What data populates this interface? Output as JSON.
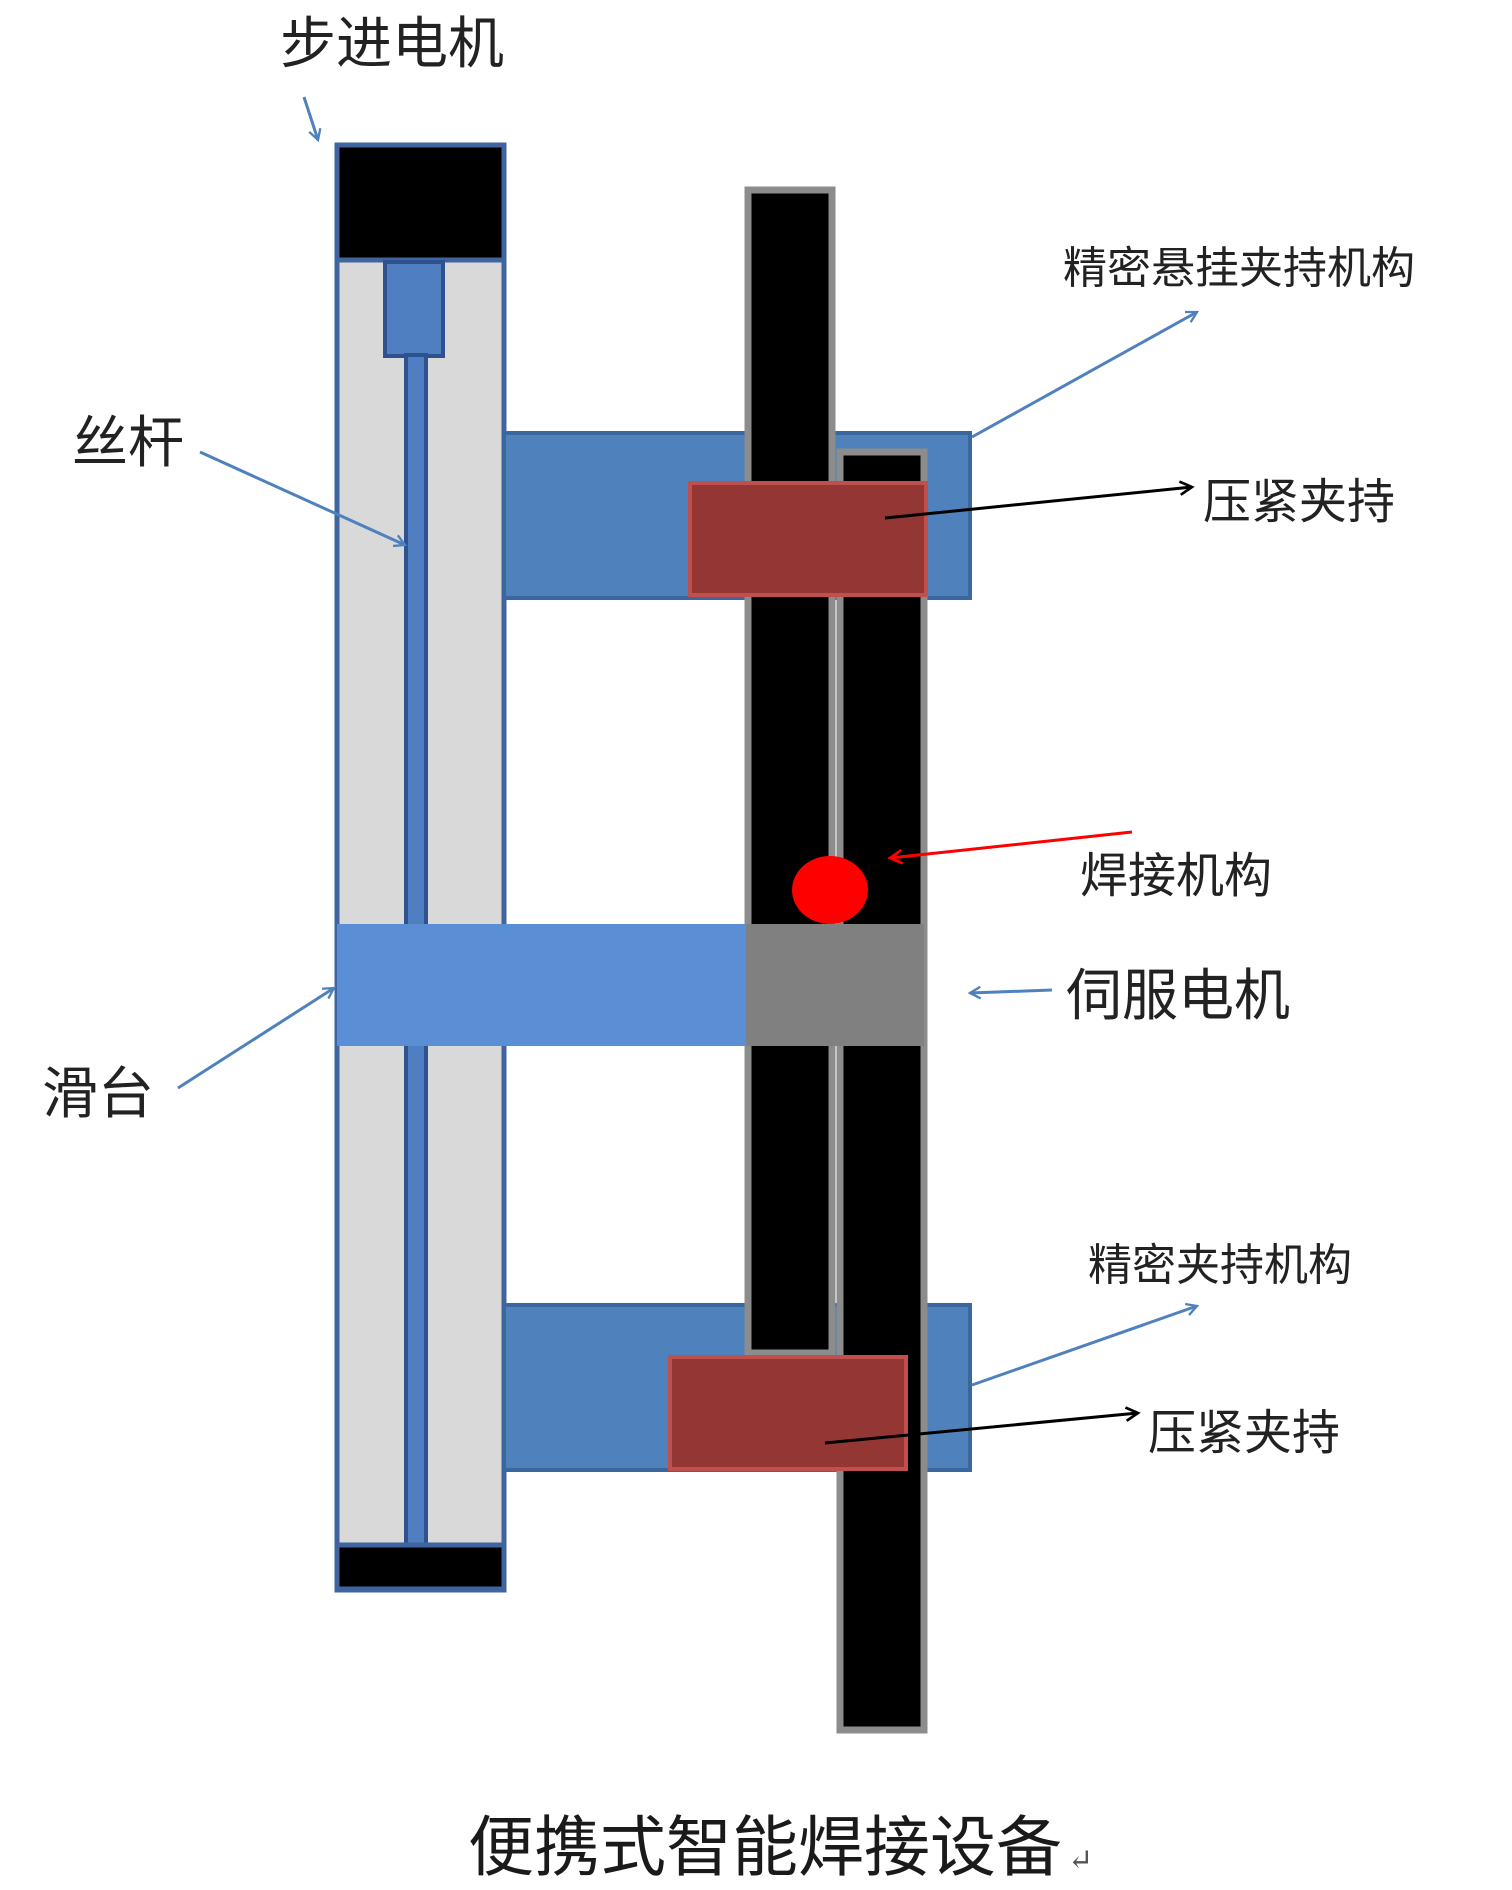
{
  "diagram": {
    "labels": {
      "stepper_motor": "步进电机",
      "lead_screw": "丝杆",
      "slide_table": "滑台",
      "precision_hanging_clamp": "精密悬挂夹持机构",
      "press_clamp_top": "压紧夹持",
      "welding_mechanism": "焊接机构",
      "servo_motor": "伺服电机",
      "precision_clamp": "精密夹持机构",
      "press_clamp_bottom": "压紧夹持"
    },
    "caption": "便携式智能焊接设备",
    "caption_mark": "↵"
  },
  "colors": {
    "frame": "#d9d9d9",
    "frame_border": "#3f64a0",
    "motor_body": "#000000",
    "screw": "#4f7fc0",
    "slide": "#5a8fd6",
    "arm": "#4f81bd",
    "clamp": "#943634",
    "clamp_border": "#c0504d",
    "servo": "#808080",
    "weld_point": "#ff0000",
    "arrow_blue": "#4f81bd",
    "arrow_black": "#000000",
    "arrow_red": "#ff0000"
  }
}
